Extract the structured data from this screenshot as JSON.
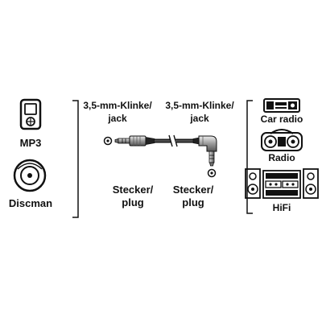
{
  "left_devices": {
    "mp3_label": "MP3",
    "discman_label": "Discman"
  },
  "cable": {
    "left_jack_line1": "3,5-mm-Klinke/",
    "left_jack_line2": "jack",
    "right_jack_line1": "3,5-mm-Klinke/",
    "right_jack_line2": "jack",
    "left_plug_line1": "Stecker/",
    "left_plug_line2": "plug",
    "right_plug_line1": "Stecker/",
    "right_plug_line2": "plug"
  },
  "right_devices": {
    "car_radio_label": "Car radio",
    "radio_label": "Radio",
    "hifi_label": "HiFi"
  },
  "colors": {
    "ink": "#111111",
    "background": "#ffffff",
    "metal_light": "#bbbbbb",
    "metal_dark": "#555555"
  }
}
